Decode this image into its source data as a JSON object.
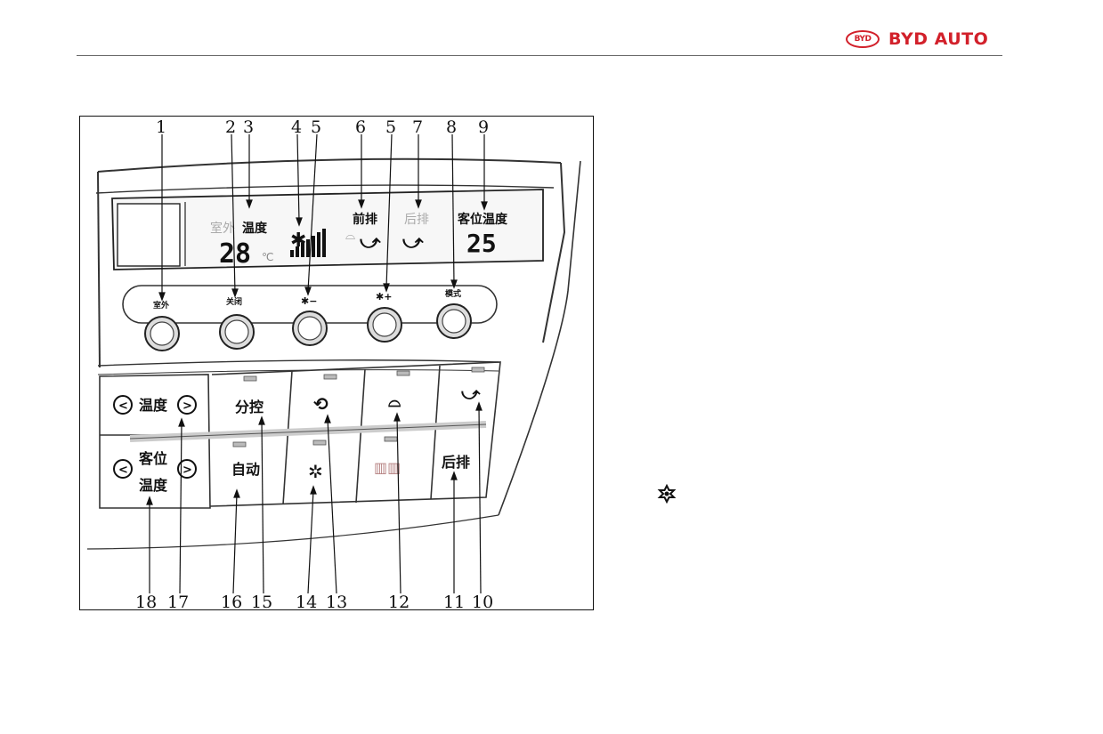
{
  "header": {
    "logo_mark": "BYD",
    "brand": "BYD AUTO",
    "brand_color": "#d2202a"
  },
  "figure": {
    "callouts_top": [
      "1",
      "2",
      "3",
      "4",
      "5",
      "6",
      "5",
      "7",
      "8",
      "9"
    ],
    "callouts_bottom": [
      "18",
      "17",
      "16",
      "15",
      "14",
      "13",
      "12",
      "11",
      "10"
    ],
    "display": {
      "outside_label": "室外",
      "temp_label": "温度",
      "outside_temp": "28",
      "unit": "℃",
      "front_label": "前排",
      "rear_label": "后排",
      "passenger_temp_label": "客位温度",
      "passenger_temp": "25",
      "fan_level_bars": 7,
      "fan_level_max": 7
    },
    "knobs": [
      "室外",
      "关闭",
      "风量-",
      "风量+",
      "模式"
    ],
    "knob_icons": [
      "fan-minus-icon",
      "fan-plus-icon"
    ],
    "buttons": {
      "temp_label": "温度",
      "passenger_label_line1": "客位",
      "passenger_label_line2": "温度",
      "split": "分控",
      "auto": "自动",
      "rear": "后排",
      "recirculation_icon": "recirculation-icon",
      "defrost_icon": "front-defrost-icon",
      "ac_icon": "snowflake-icon",
      "rear_defrost_icon": "rear-defrost-icon",
      "vent_icon": "face-vent-icon"
    }
  },
  "side_icon": "snowflake-icon"
}
